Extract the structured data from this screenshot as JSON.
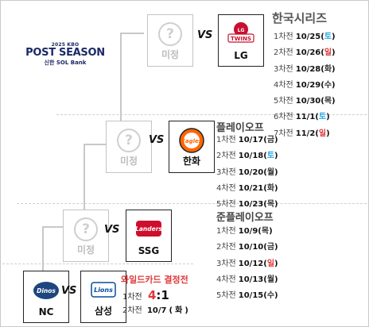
{
  "brand": {
    "year_kbo": "2025 KBO",
    "title": "POST SEASON",
    "sponsor": "신한 SOL Bank"
  },
  "rounds": {
    "korean_series": {
      "title": "한국시리즈",
      "team_a": "미정",
      "team_b": "LG",
      "games": [
        {
          "label": "1차전",
          "date": "10/25",
          "day": "토"
        },
        {
          "label": "2차전",
          "date": "10/26",
          "day": "일"
        },
        {
          "label": "3차전",
          "date": "10/28",
          "day": "화"
        },
        {
          "label": "4차전",
          "date": "10/29",
          "day": "수"
        },
        {
          "label": "5차전",
          "date": "10/30",
          "day": "목"
        },
        {
          "label": "6차전",
          "date": "11/1",
          "day": "토"
        },
        {
          "label": "7차전",
          "date": "11/2",
          "day": "일"
        }
      ]
    },
    "playoff": {
      "title": "플레이오프",
      "team_a": "미정",
      "team_b": "한화",
      "games": [
        {
          "label": "1차전",
          "date": "10/17",
          "day": "금"
        },
        {
          "label": "2차전",
          "date": "10/18",
          "day": "토"
        },
        {
          "label": "3차전",
          "date": "10/20",
          "day": "월"
        },
        {
          "label": "4차전",
          "date": "10/21",
          "day": "화"
        },
        {
          "label": "5차전",
          "date": "10/23",
          "day": "목"
        }
      ]
    },
    "semi_playoff": {
      "title": "준플레이오프",
      "team_a": "미정",
      "team_b": "SSG",
      "games": [
        {
          "label": "1차전",
          "date": "10/9",
          "day": "목"
        },
        {
          "label": "2차전",
          "date": "10/10",
          "day": "금"
        },
        {
          "label": "3차전",
          "date": "10/12",
          "day": "일"
        },
        {
          "label": "4차전",
          "date": "10/13",
          "day": "월"
        },
        {
          "label": "5차전",
          "date": "10/15",
          "day": "수"
        }
      ]
    },
    "wildcard": {
      "title": "와일드카드 결정전",
      "team_a": "NC",
      "team_b": "삼성",
      "game1_label": "1차전",
      "game1_score_left": "4",
      "game1_score_sep": ":",
      "game1_score_right": "1",
      "game2_label": "2차전",
      "game2_date": "10/7",
      "game2_day": "화"
    }
  },
  "vs_text": "VS",
  "tbd_mark": "?",
  "logos": {
    "lg": "TWINS",
    "hanwha": "Eagles",
    "ssg": "Landers",
    "nc": "Dinos",
    "samsung": "Lions"
  },
  "colors": {
    "saturday": "#2aa9e0",
    "sunday": "#e0383a",
    "accent_red": "#e0383a",
    "navy": "#1b2a66"
  }
}
